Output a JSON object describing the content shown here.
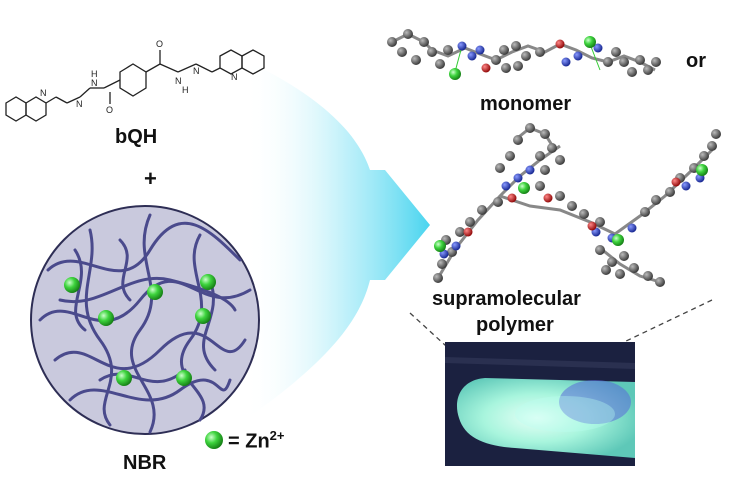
{
  "labels": {
    "ligand": "bQH",
    "plus": "+",
    "matrix": "NBR",
    "legend_eq": "= Zn",
    "legend_sup": "2+",
    "or": "or",
    "monomer": "monomer",
    "polymer_line1": "supramolecular",
    "polymer_line2": "polymer"
  },
  "atom_labels": {
    "nitrogen": "N",
    "oxygen": "O",
    "hydrogen": "H"
  },
  "colors": {
    "carbon": "#555555",
    "nitrogen": "#2233cc",
    "oxygen": "#cc1111",
    "zinc": "#33cc33",
    "chain": "#4a4a8a",
    "circle_fill": "#c8c8dc",
    "arrow": "#4fd8f0",
    "glow": "#7ff5e0"
  }
}
